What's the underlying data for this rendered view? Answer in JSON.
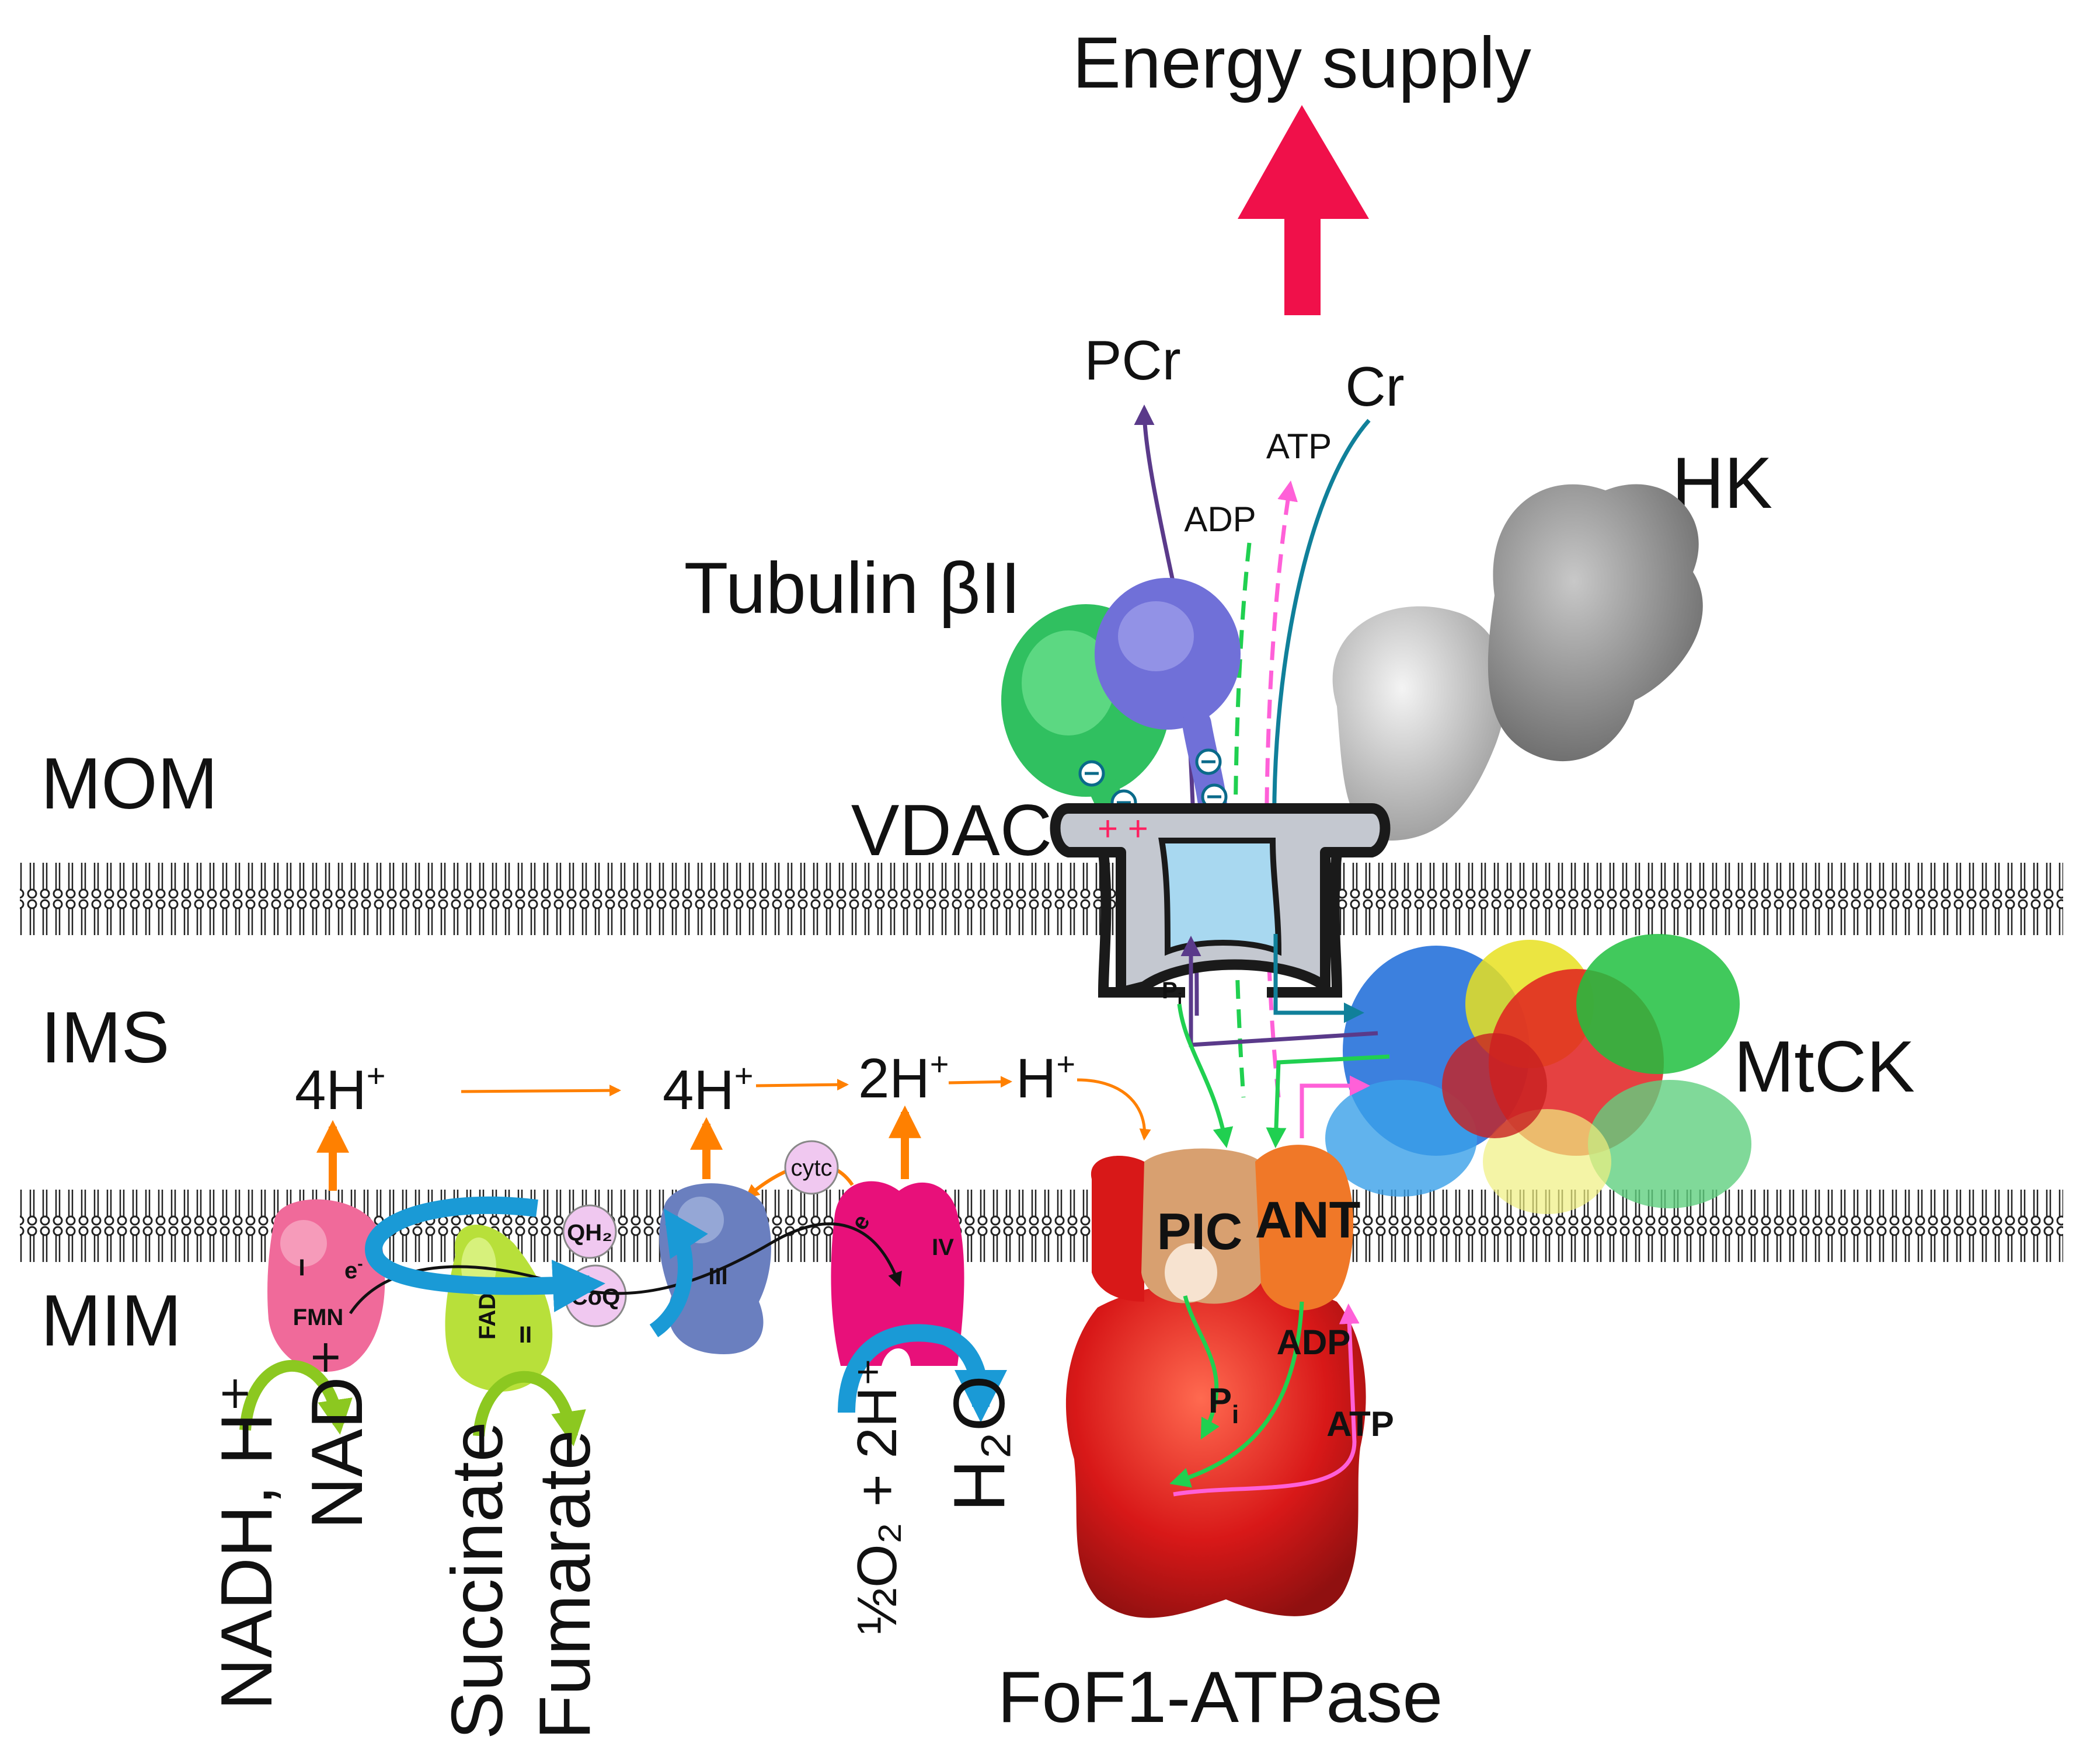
{
  "labels": {
    "energy_supply": "Energy supply",
    "pcr": "PCr",
    "cr": "Cr",
    "atp_top": "ATP",
    "adp_top": "ADP",
    "hk": "HK",
    "tubulin": "Tubulin βII",
    "mom": "MOM",
    "vdac": "VDAC",
    "ims": "IMS",
    "mtck": "MtCK",
    "mim": "MIM",
    "pi_vdac": "P",
    "pi_vdac_sub": "i",
    "fof1": "FoF1-ATPase"
  },
  "protons": {
    "h1": "4H",
    "h2": "4H",
    "h3": "2H",
    "h4": "H",
    "sup": "+"
  },
  "complexes": {
    "c1": "I",
    "fmn": "FMN",
    "e1": "e",
    "e_sup": "-",
    "c2": "II",
    "fad": "FAD",
    "qh2": "QH₂",
    "coq": "CoQ",
    "c3": "III",
    "cytc": "cytc",
    "c4": "IV",
    "e4": "e",
    "pic": "PIC",
    "ant": "ANT",
    "adp_in": "ADP",
    "atp_in": "ATP",
    "pi_in": "P",
    "pi_in_sub": "i"
  },
  "substrates": {
    "nadh": "NADH, H⁺",
    "nad": "NAD⁺",
    "succinate": "Succinate",
    "fumarate": "Fumarate",
    "oxygen": "½O₂ + 2H⁺",
    "water": "H₂O"
  },
  "colors": {
    "energy_arrow": "#f0104a",
    "orange": "#ff8000",
    "blue_arrow": "#1a9ad6",
    "complex1": "#f06a9a",
    "complex2": "#b8e03a",
    "complex3": "#6a7fbf",
    "complex4": "#e8107a",
    "atpase": "#d81818",
    "ant": "#f07828",
    "pic": "#d8a070",
    "vdac_body": "#c4c8d0",
    "vdac_pore": "#a8d8f0",
    "tubulin_alpha": "#30c060",
    "tubulin_beta": "#7070d8",
    "hk": "#a8a8a8",
    "membrane": "#222222"
  }
}
